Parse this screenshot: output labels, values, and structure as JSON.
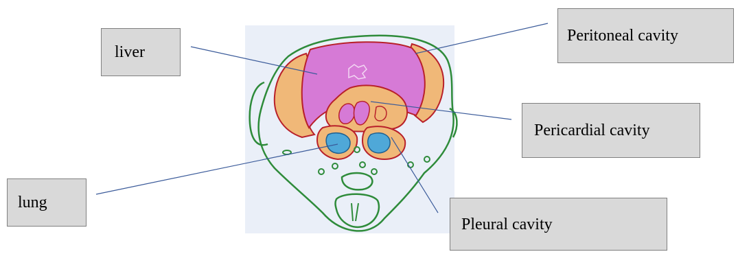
{
  "labels": {
    "liver": "liver",
    "peritoneal": "Peritoneal cavity",
    "pericardial": "Pericardial cavity",
    "lung": "lung",
    "pleural": "Pleural cavity"
  },
  "colors": {
    "label_fill": "#d9d9d9",
    "label_border": "#7f7f7f",
    "leader_line": "#3b5b9a",
    "body_outline": "#2e8b3a",
    "liver": "#d67ad6",
    "cavity": "#f0b878",
    "cavity_border": "#b8202a",
    "lung": "#4fa8d8",
    "background_paper": "#eaeff8"
  }
}
